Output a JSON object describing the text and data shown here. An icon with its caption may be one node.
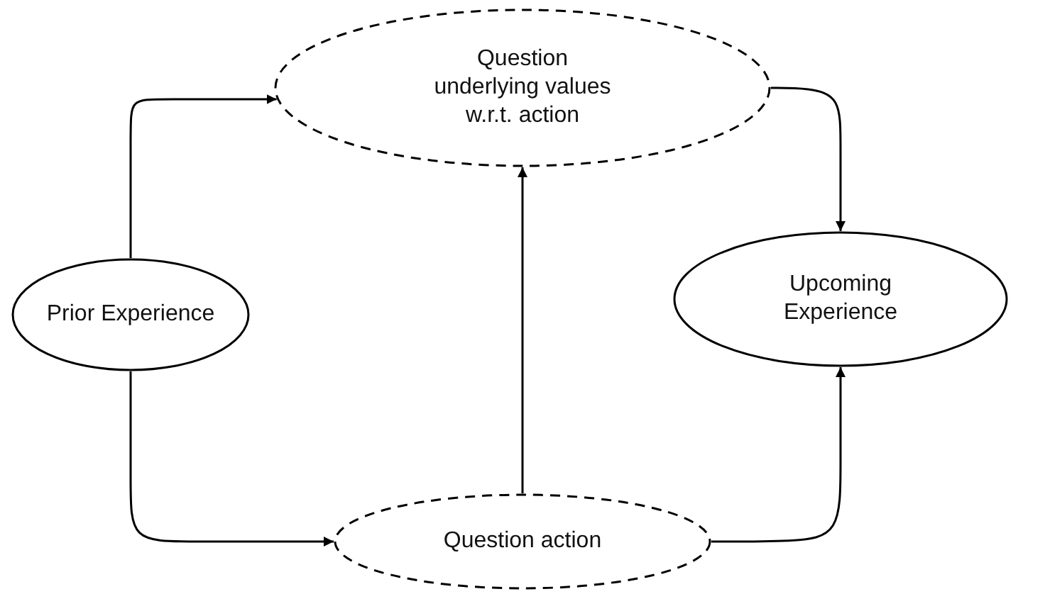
{
  "diagram": {
    "nodes": [
      {
        "text": [
          "Prior Experience"
        ]
      },
      {
        "text": [
          "Question underlying values w.r.t. action"
        ]
      },
      {
        "text": [
          "Upcoming Experience"
        ]
      },
      {
        "text": [
          "Question action"
        ]
      }
    ],
    "edges": [
      {
        "from": 0,
        "to": 1,
        "arrow": "to"
      },
      {
        "from": 0,
        "to": 3,
        "arrow": "to"
      },
      {
        "from": 3,
        "to": 1,
        "arrow": "to"
      },
      {
        "from": 1,
        "to": 2,
        "arrow": "to"
      },
      {
        "from": 3,
        "to": 2,
        "arrow": "to"
      }
    ]
  }
}
